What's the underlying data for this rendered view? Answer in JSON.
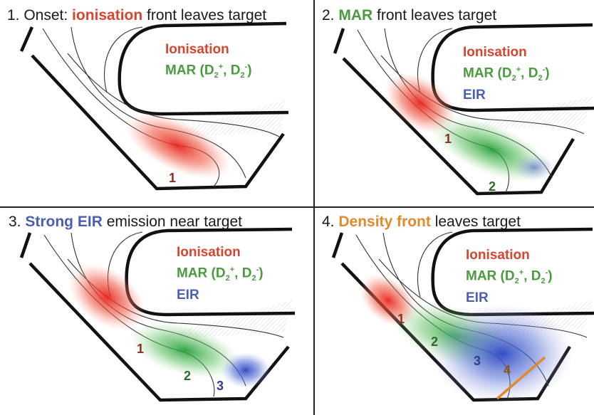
{
  "colors": {
    "ionisation": "#d9442e",
    "mar": "#4a9a3e",
    "eir": "#4a5fb3",
    "density": "#e08a2c"
  },
  "panels": [
    {
      "title_prefix": "1. Onset: ",
      "title_highlight": "ionisation",
      "title_suffix": " front leaves target",
      "highlight_color": "#d9442e",
      "legend": {
        "ionisation": "Ionisation",
        "mar_prefix": "MAR (D",
        "sub2": "2",
        "sup_plus": "+",
        "sep": ", D",
        "sup_minus": "-",
        "close": ")"
      },
      "markers": [
        "1"
      ]
    },
    {
      "title_prefix": "2. ",
      "title_highlight": "MAR",
      "title_suffix": " front leaves target",
      "highlight_color": "#4a9a3e",
      "legend": {
        "ionisation": "Ionisation",
        "mar_prefix": "MAR (D",
        "sub2": "2",
        "sup_plus": "+",
        "sep": ", D",
        "sup_minus": "-",
        "close": ")",
        "eir": "EIR"
      },
      "markers": [
        "1",
        "2"
      ]
    },
    {
      "title_prefix": "3. ",
      "title_highlight": "Strong EIR",
      "title_suffix": " emission near target",
      "highlight_color": "#4a5fb3",
      "legend": {
        "ionisation": "Ionisation",
        "mar_prefix": "MAR (D",
        "sub2": "2",
        "sup_plus": "+",
        "sep": ", D",
        "sup_minus": "-",
        "close": ")",
        "eir": "EIR"
      },
      "markers": [
        "1",
        "2",
        "3"
      ]
    },
    {
      "title_prefix": "4. ",
      "title_highlight": "Density front",
      "title_suffix": " leaves target",
      "highlight_color": "#e08a2c",
      "legend": {
        "ionisation": "Ionisation",
        "mar_prefix": "MAR (D",
        "sub2": "2",
        "sup_plus": "+",
        "sep": ", D",
        "sup_minus": "-",
        "close": ")",
        "eir": "EIR"
      },
      "markers": [
        "1",
        "2",
        "3",
        "4"
      ]
    }
  ]
}
